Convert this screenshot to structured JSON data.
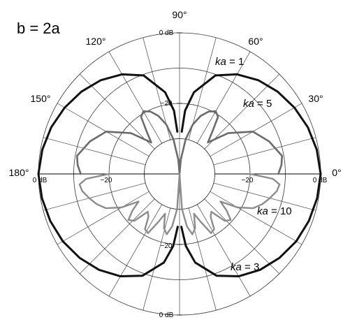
{
  "chart_data": {
    "type": "polar-line",
    "title": "b = 2a",
    "radial_axis": {
      "unit": "dB",
      "range_db": [
        -40,
        0
      ],
      "rings_db": [
        -40,
        -30,
        -20,
        -10,
        0
      ],
      "labels": [
        "0 dB",
        "−20",
        "−20",
        "0 dB",
        "−20",
        "−20",
        "0 dB",
        "0 dB"
      ]
    },
    "angular_axis": {
      "spokes_deg": [
        0,
        15,
        30,
        45,
        60,
        75,
        90,
        105,
        120,
        135,
        150,
        165,
        180,
        195,
        210,
        225,
        240,
        255,
        270,
        285,
        300,
        315,
        330,
        345
      ],
      "labels": [
        "0°",
        "30°",
        "60°",
        "90°",
        "120°",
        "150°",
        "180°"
      ]
    },
    "series": [
      {
        "name": "ka = 1",
        "half": "upper",
        "color": "#111111",
        "angles_deg": [
          0,
          10,
          20,
          30,
          40,
          50,
          60,
          70,
          80,
          85,
          87
        ],
        "db": [
          0,
          -0.5,
          -1.3,
          -2.4,
          -3.7,
          -5.3,
          -7.4,
          -10.3,
          -16.5,
          -22,
          -28
        ]
      },
      {
        "name": "ka = 3",
        "half": "lower",
        "color": "#111111",
        "angles_deg": [
          0,
          10,
          20,
          30,
          40,
          50,
          60,
          70,
          80,
          85,
          88
        ],
        "db": [
          0,
          -0.4,
          -1.0,
          -1.8,
          -3.0,
          -4.5,
          -6.5,
          -9.3,
          -14.5,
          -19.5,
          -25
        ]
      },
      {
        "name": "ka = 5",
        "half": "upper",
        "color": "#6b6b6b",
        "angles_deg": [
          0,
          5,
          10,
          20,
          30,
          40,
          48,
          52,
          56,
          60,
          65,
          70,
          75,
          80,
          85,
          90
        ],
        "db": [
          -12,
          -11,
          -10.5,
          -13,
          -16,
          -22,
          -28,
          -25,
          -20.5,
          -19.5,
          -20.5,
          -22.5,
          -25.5,
          -30,
          -36,
          -40
        ]
      },
      {
        "name": "ka = 10",
        "half": "lower",
        "color": "#8c8c8c",
        "angles_deg": [
          0,
          3,
          6,
          10,
          15,
          20,
          25,
          30,
          34,
          38,
          42,
          46,
          50,
          54,
          58,
          62,
          66,
          70,
          74,
          78,
          82,
          86,
          90
        ],
        "db": [
          -20,
          -13.5,
          -11.5,
          -12,
          -13.5,
          -15,
          -17,
          -21,
          -26,
          -23,
          -20.5,
          -21.5,
          -26,
          -25,
          -21.5,
          -21,
          -25,
          -28,
          -24,
          -22.5,
          -25,
          -30,
          -40
        ]
      }
    ],
    "annotations": [
      {
        "text_italic": "ka",
        "text_rest": " = 1"
      },
      {
        "text_italic": "ka",
        "text_rest": " = 5"
      },
      {
        "text_italic": "ka",
        "text_rest": " = 10"
      },
      {
        "text_italic": "ka",
        "text_rest": " = 3"
      }
    ],
    "grid": true,
    "legend": "none"
  }
}
